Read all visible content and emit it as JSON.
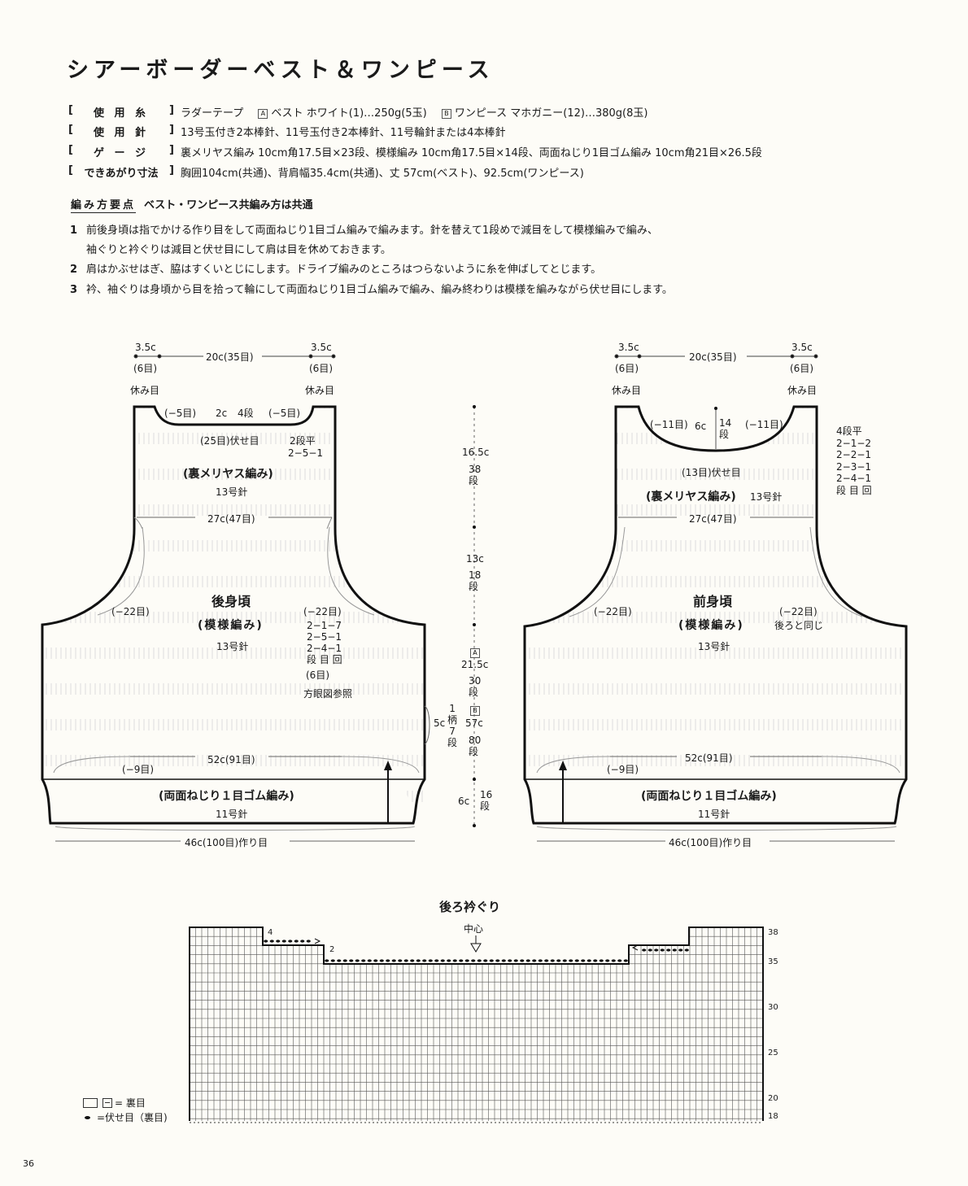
{
  "title": "シアーボーダーベスト＆ワンピース",
  "specs": [
    {
      "label": "使 用 糸",
      "value": "ラダーテープ",
      "variants": [
        {
          "box": "A",
          "text": "ベスト ホワイト(1)…250g(5玉)"
        },
        {
          "box": "B",
          "text": "ワンピース マホガニー(12)…380g(8玉)"
        }
      ]
    },
    {
      "label": "使 用 針",
      "value": "13号玉付き2本棒針、11号玉付き2本棒針、11号輪針または4本棒針"
    },
    {
      "label": "ゲ ー ジ",
      "value": "裏メリヤス編み 10cm角17.5目×23段、模様編み 10cm角17.5目×14段、両面ねじり1目ゴム編み 10cm角21目×26.5段"
    },
    {
      "label": "できあがり寸法",
      "value": "胸囲104cm(共通)、背肩幅35.4cm(共通)、丈 57cm(ベスト)、92.5cm(ワンピース)"
    }
  ],
  "points": {
    "heading": "編み方要点",
    "subheading": "ベスト・ワンピース共編み方は共通",
    "steps": [
      {
        "num": "1",
        "lines": [
          "前後身頃は指でかける作り目をして両面ねじり1目ゴム編みで編みます。針を替えて1段めで減目をして模様編みで編み、",
          "袖ぐりと衿ぐりは減目と伏せ目にして肩は目を休めておきます。"
        ]
      },
      {
        "num": "2",
        "lines": [
          "肩はかぶせはぎ、脇はすくいとじにします。ドライブ編みのところはつらないように糸を伸ばしてとじます。"
        ]
      },
      {
        "num": "3",
        "lines": [
          "衿、袖ぐりは身頃から目を拾って輪にして両面ねじり1目ゴム編みで編み、編み終わりは模様を編みながら伏せ目にします。"
        ]
      }
    ]
  },
  "back": {
    "shoulder_w": "3.5c",
    "shoulder_st": "(6目)",
    "neck_w": "20c(35目)",
    "rest": "休み目",
    "neck_dec": "(−5目)",
    "neck_depth": "2c",
    "neck_rows": "4段",
    "bind": "(25目)伏せ目",
    "neck_rule_1": "2段平",
    "neck_rule_2": "2−5−1",
    "upper_stitch": "(裏メリヤス編み)",
    "needle13": "13号針",
    "width27": "27c(47目)",
    "name": "後身頃",
    "pattern": "(模様編み)",
    "arm_dec": "(−22目)",
    "arm_rule": [
      "2−1−7",
      "2−5−1",
      "2−4−1",
      "段 目 回"
    ],
    "arm_bind": "(6目)",
    "see_chart": "方眼図参照",
    "repeat_w": "5c",
    "repeat_label": [
      "1",
      "柄",
      "7",
      "段"
    ],
    "width52": "52c(91目)",
    "hem_dec": "(−9目)",
    "rib": "(両面ねじり１目ゴム編み)",
    "needle11": "11号針",
    "cast_on": "46c(100目)作り目"
  },
  "lengths": {
    "l1": "16.5c",
    "l1r": [
      "38",
      "段"
    ],
    "l2": "13c",
    "l2r": [
      "18",
      "段"
    ],
    "boxA": "A",
    "l3": "21.5c",
    "l3r": [
      "30",
      "段"
    ],
    "boxB": "B",
    "l4": "57c",
    "l4r": [
      "80",
      "段"
    ],
    "l5": "6c",
    "l5r": [
      "16",
      "段"
    ]
  },
  "front": {
    "neck_dec": "(−11目)",
    "neck_depth": "6c",
    "neck_rows": [
      "14",
      "段"
    ],
    "bind": "(13目)伏せ目",
    "rule": [
      "4段平",
      "2−1−2",
      "2−2−1",
      "2−3−1",
      "2−4−1",
      "段 目 回"
    ],
    "name": "前身頃",
    "same_as_back": "後ろと同じ"
  },
  "chart": {
    "title": "後ろ衿ぐり",
    "center": "中心",
    "row_labels": [
      "38",
      "35",
      "30",
      "25",
      "20",
      "18"
    ],
    "step_labels": [
      "4",
      "2"
    ],
    "legend_1": "= 裏目",
    "legend_2": "=伏せ目（裏目)"
  },
  "page_number": "36"
}
